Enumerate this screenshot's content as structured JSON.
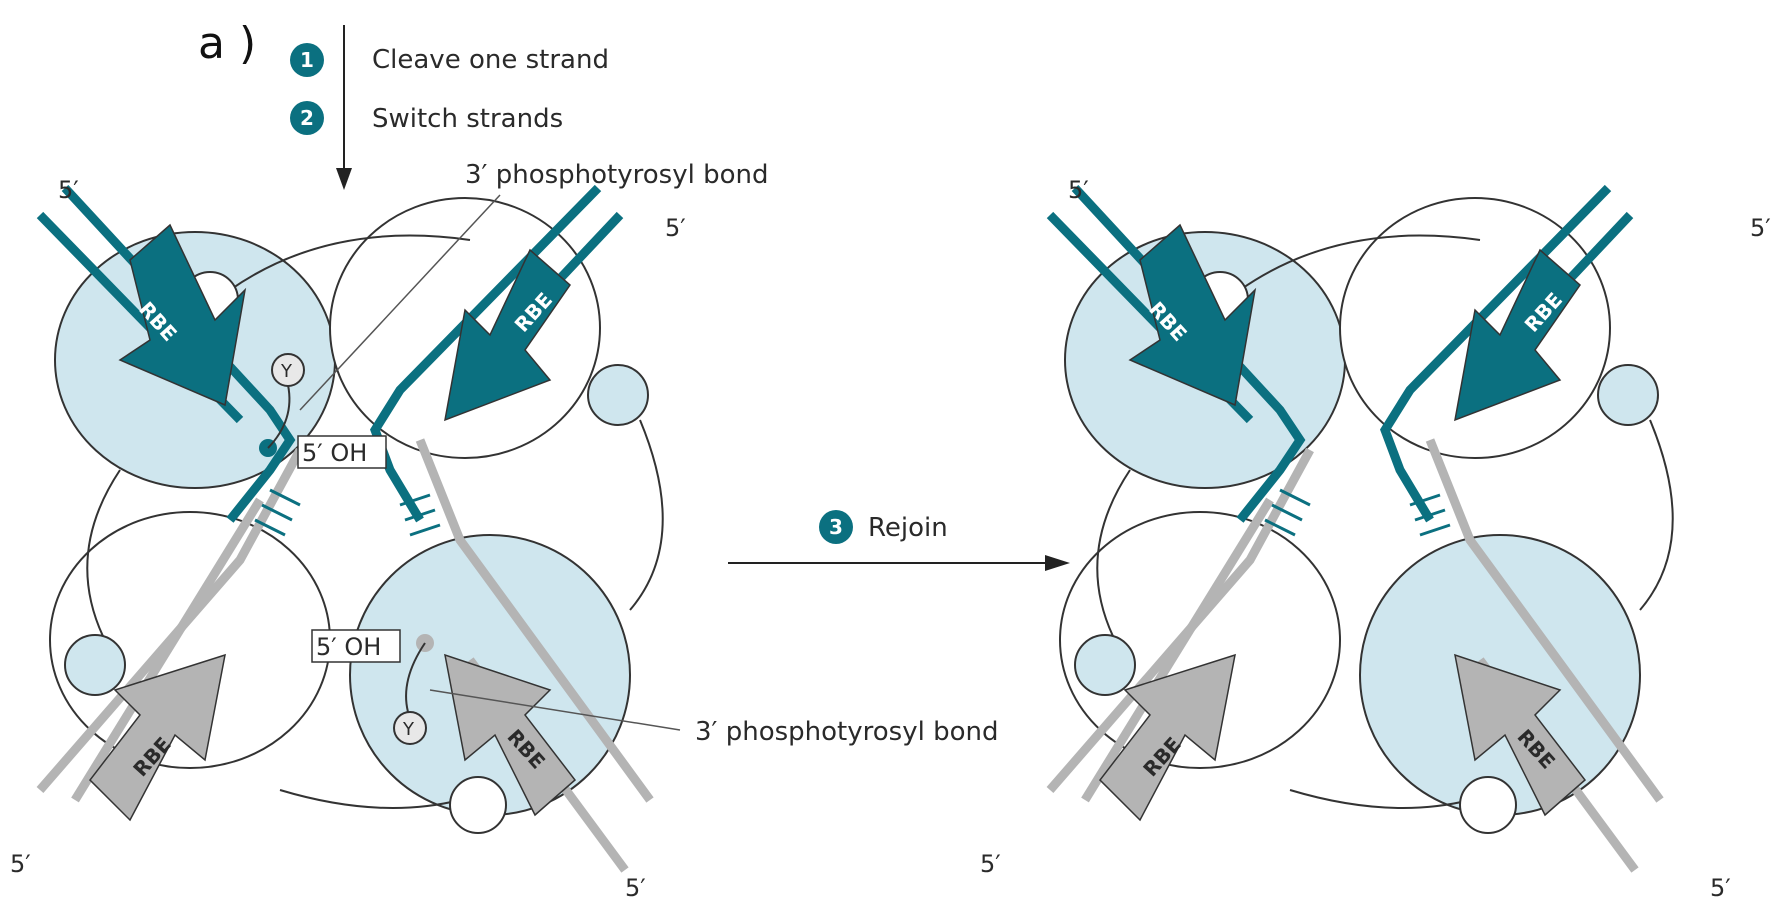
{
  "partial_title": "a )",
  "steps": [
    {
      "num": "1",
      "text": "Cleave one strand"
    },
    {
      "num": "2",
      "text": "Switch strands"
    },
    {
      "num": "3",
      "text": "Rejoin"
    }
  ],
  "labels": {
    "bond_top": "3′ phosphotyrosyl bond",
    "bond_bottom": "3′ phosphotyrosyl bond",
    "oh": "5′ OH",
    "tyrosine": "Y",
    "rbe": "RBE",
    "prime5": "5′"
  },
  "colors": {
    "teal": "#0b7080",
    "gray": "#b4b4b4",
    "light_blue": "#cfe6ee"
  }
}
